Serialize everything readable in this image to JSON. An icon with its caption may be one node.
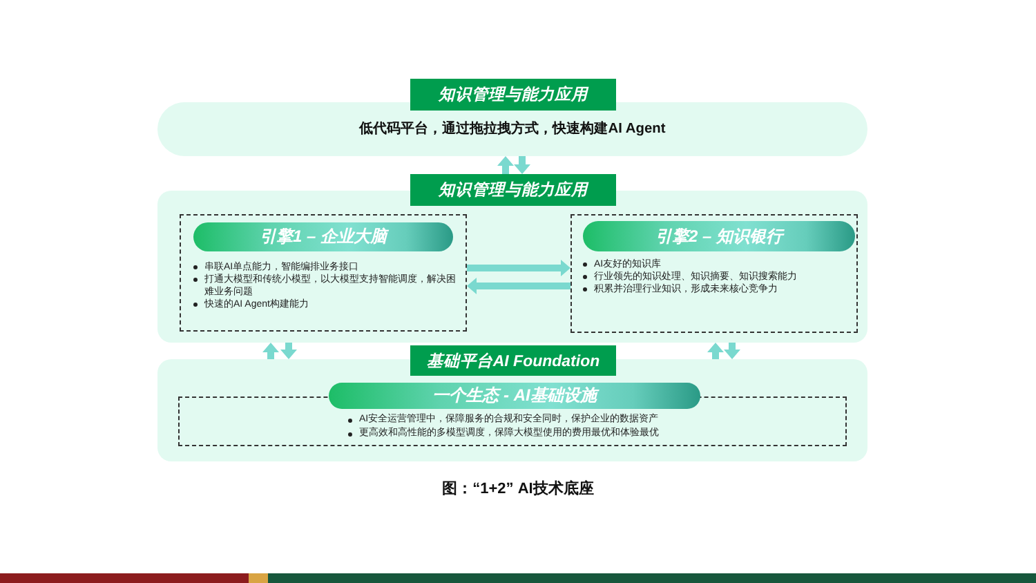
{
  "diagram": {
    "caption": "图：“1+2” AI技术底座",
    "nodes": [
      {
        "text": [
          "知识管理与能力应用"
        ]
      },
      {
        "text": [
          "低代码平台，通过拖拉拽方式，快速构建AI Agent"
        ]
      },
      {
        "text": [
          "知识管理与能力应用"
        ]
      },
      {
        "text": [],
        "shape": "box"
      },
      {
        "text": [
          "串联AI单点能力，智能编排业务接口",
          "打通大模型和传统小模型，以大模型支持智能调度，解决困难业务问题",
          "快速的AI Agent构建能力"
        ],
        "in": 3
      },
      {
        "text": [
          "引擎1 – 企业大脑"
        ],
        "in": 4
      },
      {
        "text": [
          "AI友好的知识库",
          "行业领先的知识处理、知识摘要、知识搜索能力",
          "积累并治理行业知识，形成未来核心竞争力"
        ],
        "in": 3
      },
      {
        "text": [
          "引擎2 – 知识银行"
        ],
        "in": 6
      },
      {
        "text": [
          "基础平台AI Foundation"
        ]
      },
      {
        "text": [],
        "shape": "box"
      },
      {
        "text": [
          "AI安全运营管理中，保障服务的合规和安全同时，保护企业的数据资产",
          "更高效和高性能的多模型调度，保障大模型使用的费用最优和体验最优"
        ],
        "in": 9
      },
      {
        "text": [
          "一个生态 - AI基础设施"
        ],
        "in": 9
      }
    ],
    "edges": [
      {
        "from": 2,
        "to": 1,
        "arrow": "to"
      },
      {
        "from": 1,
        "to": 2,
        "arrow": "to"
      },
      {
        "from": 4,
        "to": 6,
        "arrow": "to"
      },
      {
        "from": 6,
        "to": 4,
        "arrow": "to"
      },
      {
        "from": 9,
        "to": 3,
        "arrow": "to"
      },
      {
        "from": 3,
        "to": 9,
        "arrow": "to"
      },
      {
        "from": 9,
        "to": 3,
        "arrow": "to"
      },
      {
        "from": 3,
        "to": 9,
        "arrow": "to"
      }
    ]
  }
}
